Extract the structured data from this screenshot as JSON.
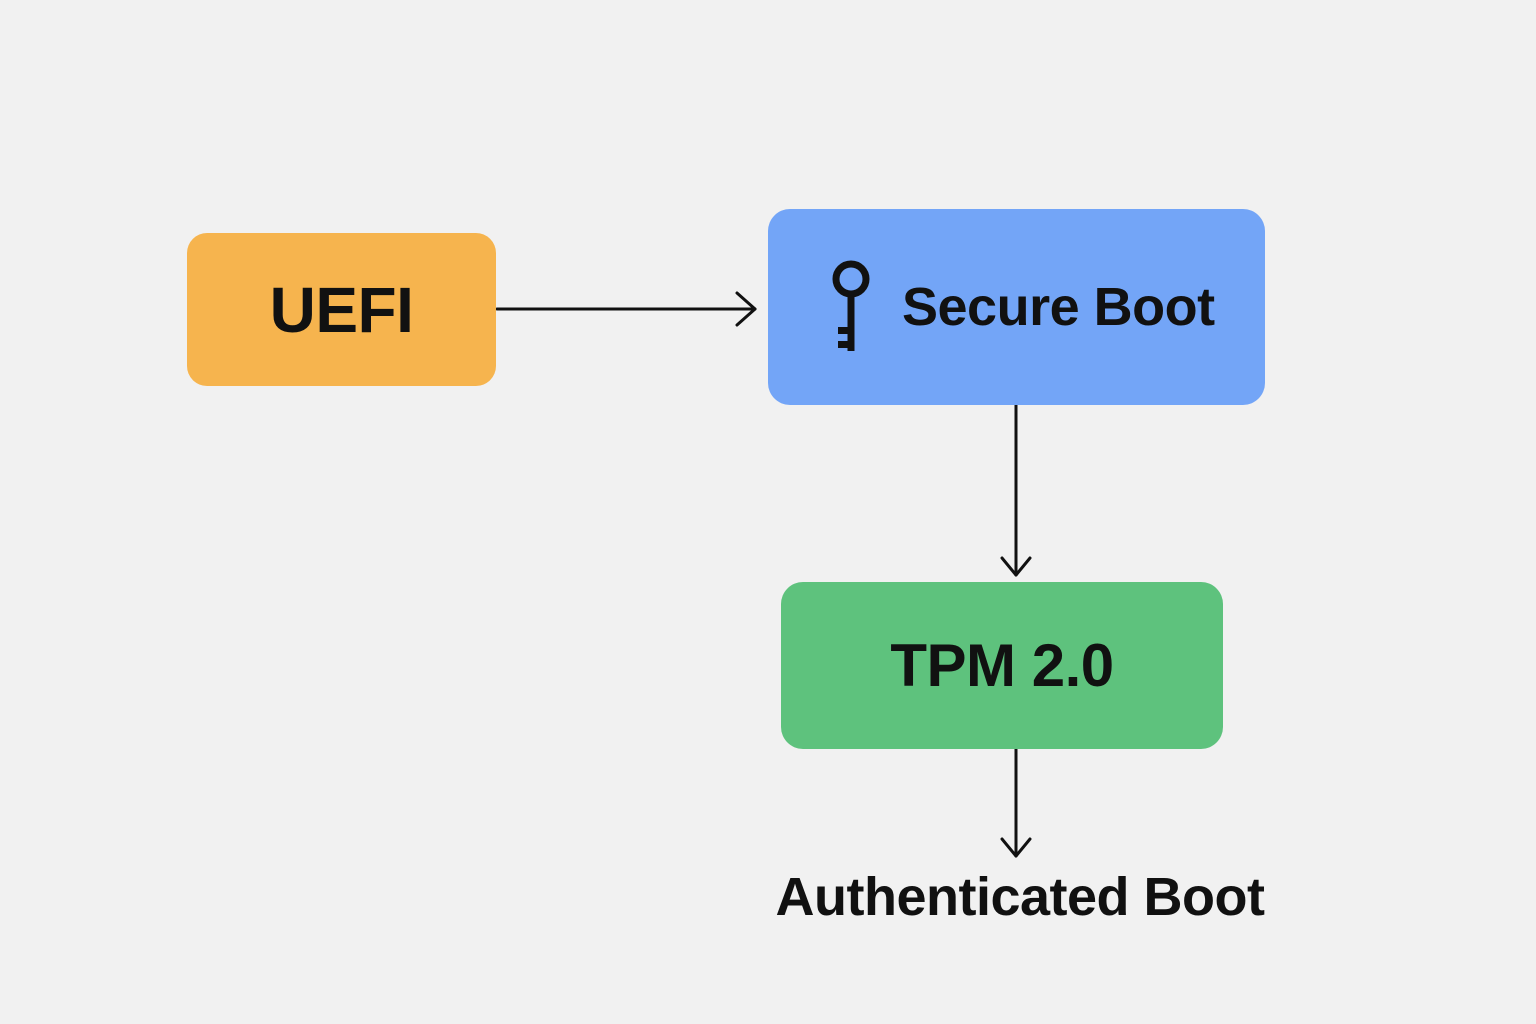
{
  "diagram": {
    "colors": {
      "background": "#f1f1f1",
      "uefi": "#f6b44e",
      "secure_boot": "#73a5f7",
      "tpm": "#5ec27d",
      "ink": "#111111"
    },
    "nodes": {
      "uefi": {
        "label": "UEFI"
      },
      "secure_boot": {
        "label": "Secure Boot",
        "icon": "key-icon"
      },
      "tpm": {
        "label": "TPM 2.0"
      },
      "authenticated_boot": {
        "label": "Authenticated Boot"
      }
    },
    "edges": [
      {
        "from": "UEFI",
        "to": "Secure Boot"
      },
      {
        "from": "Secure Boot",
        "to": "TPM 2.0"
      },
      {
        "from": "TPM 2.0",
        "to": "Authenticated Boot"
      }
    ]
  }
}
